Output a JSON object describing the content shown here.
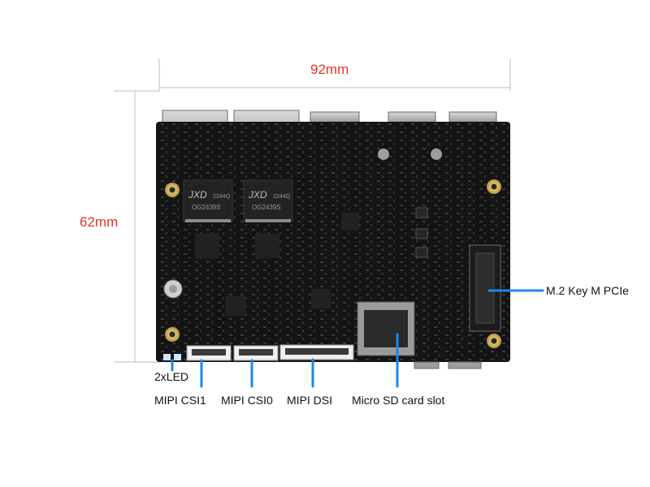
{
  "dimensions": {
    "width": "92mm",
    "height": "62mm"
  },
  "callouts": [
    {
      "id": "led",
      "label": "2xLED"
    },
    {
      "id": "csi1",
      "label": "MIPI CSI1"
    },
    {
      "id": "csi0",
      "label": "MIPI CSI0"
    },
    {
      "id": "dsi",
      "label": "MIPI DSI"
    },
    {
      "id": "sd",
      "label": "Micro SD card slot"
    },
    {
      "id": "m2",
      "label": "M.2 Key M PCIe"
    }
  ],
  "markings": {
    "chip_brand_1": "JXD",
    "chip_brand_2": "JXD",
    "chip_code_1": "2244Q",
    "chip_code_2": "2244Q",
    "chip_lot_1": "OG2439S",
    "chip_lot_2": "OG2439S"
  },
  "colors": {
    "dimension_text": "#e0352b",
    "callout_line": "#1e88e5",
    "board": "#141414"
  }
}
